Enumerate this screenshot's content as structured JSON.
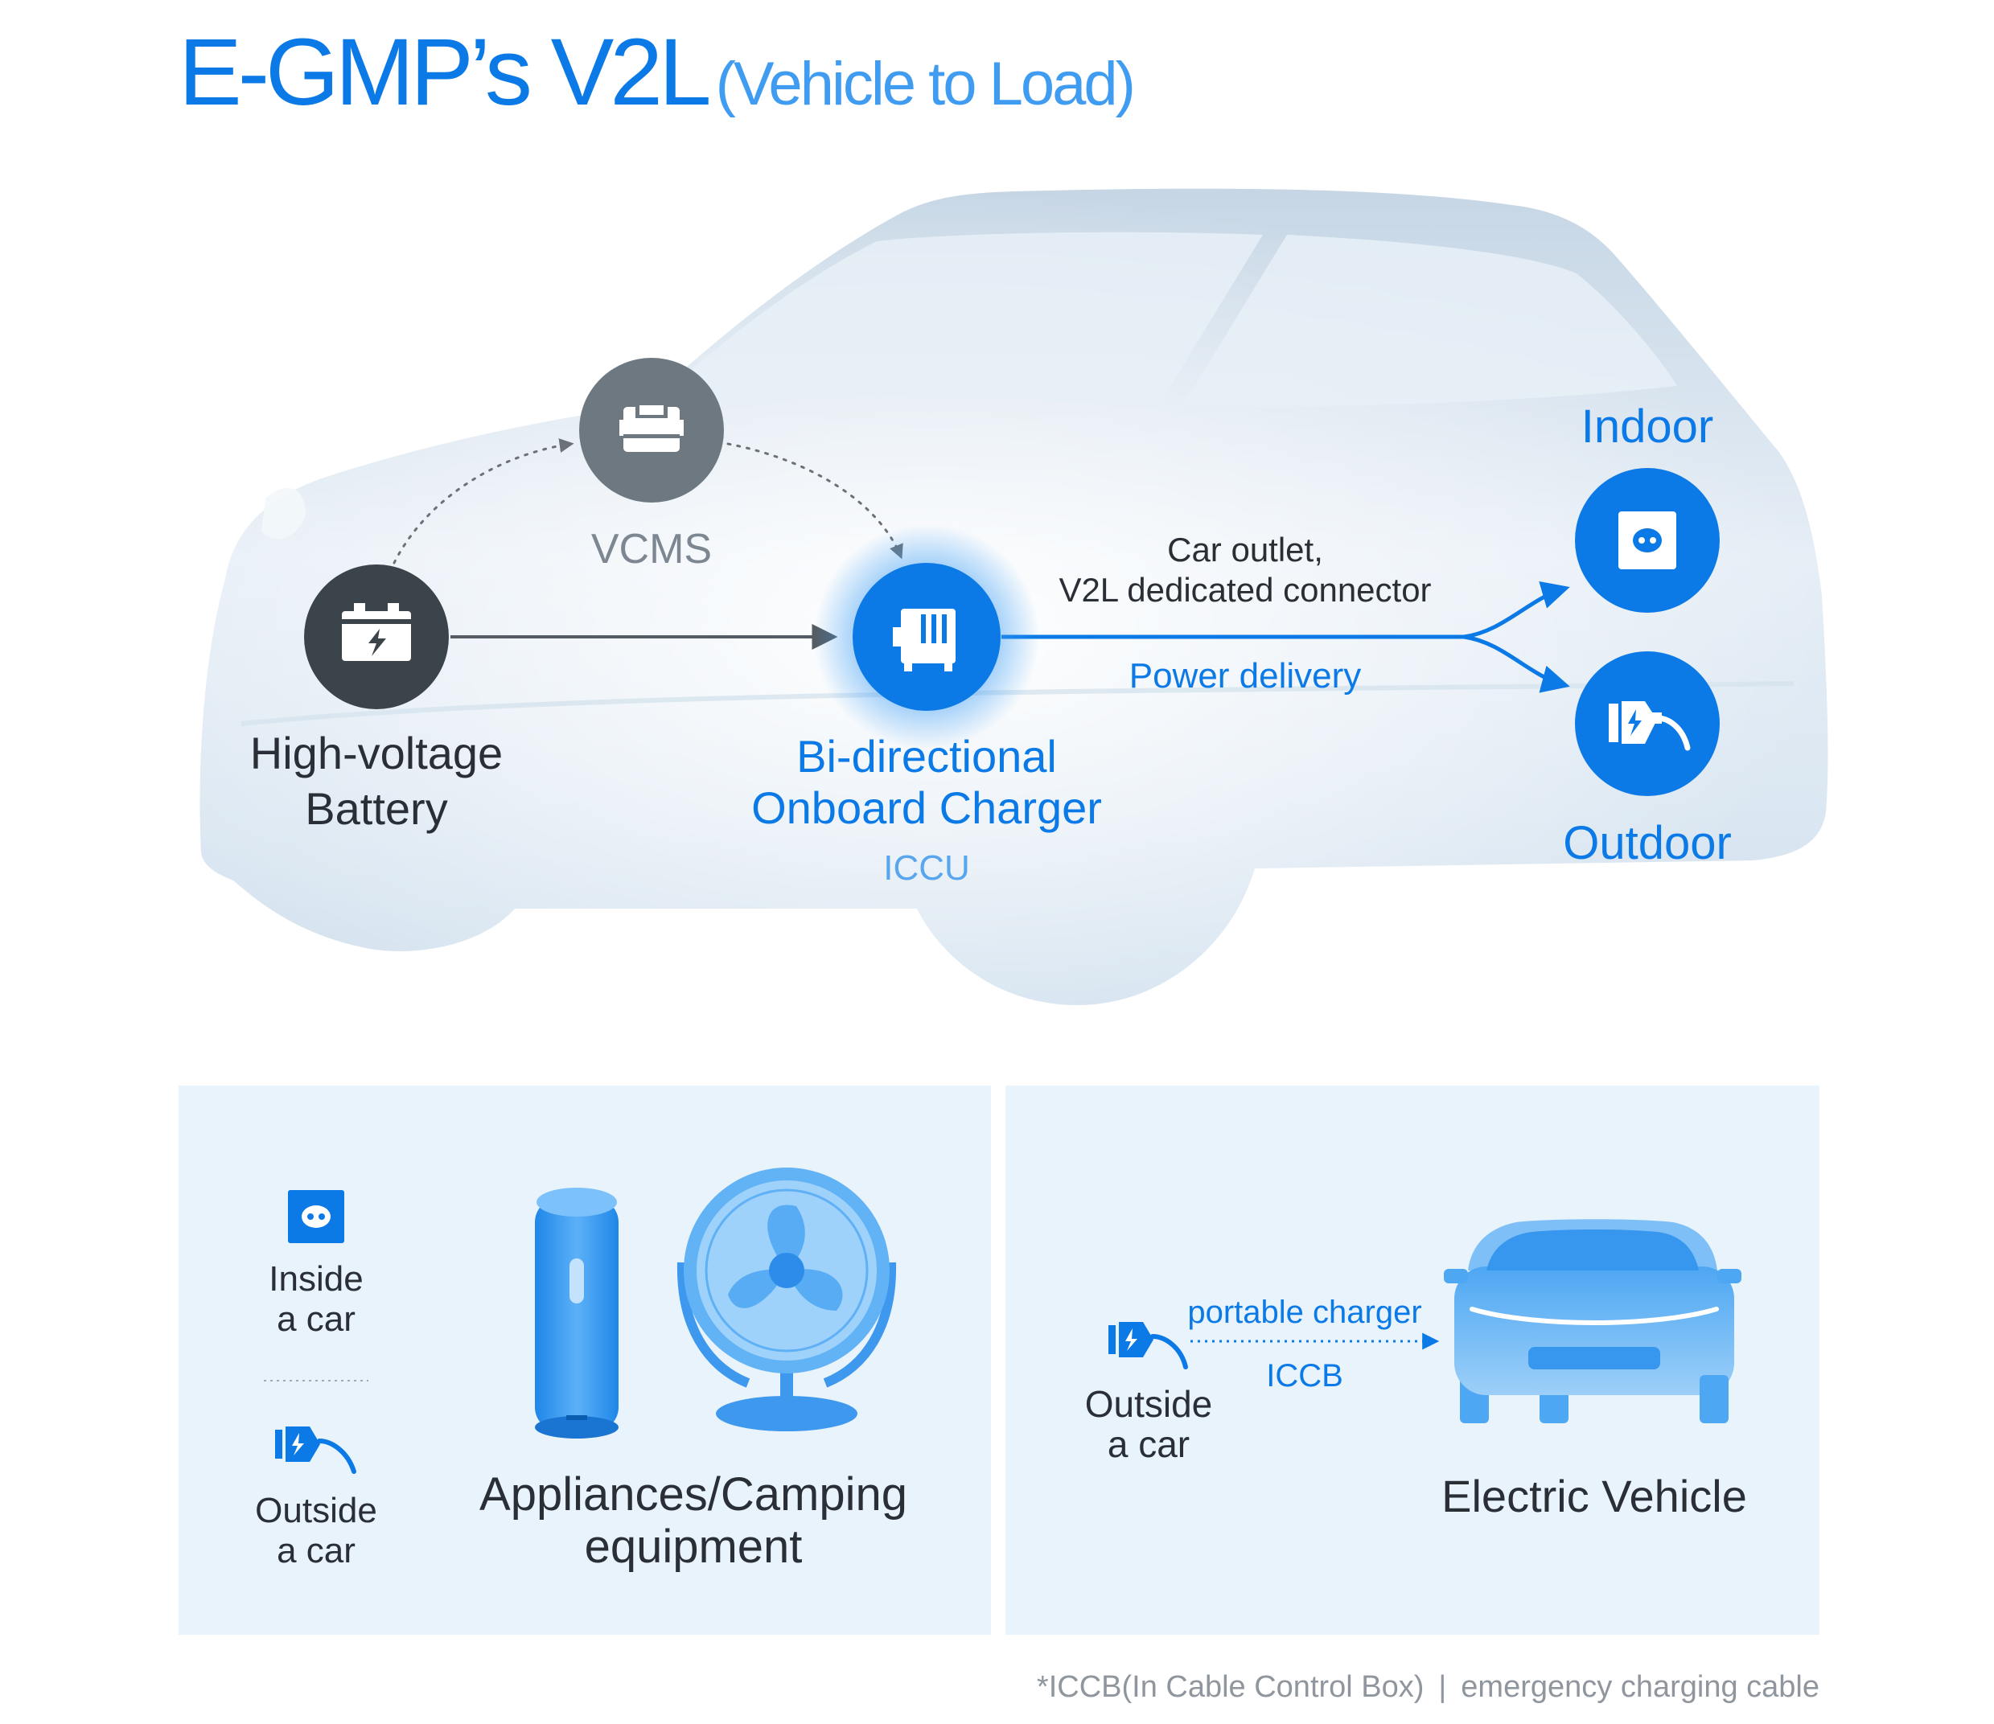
{
  "title": {
    "main": "E-GMP’s V2L",
    "sub": "(Vehicle to Load)"
  },
  "nodes": {
    "battery": {
      "line1": "High-voltage",
      "line2": "Battery"
    },
    "vcms": {
      "label": "VCMS"
    },
    "charger": {
      "line1": "Bi-directional",
      "line2": "Onboard Charger",
      "sub": "ICCU"
    },
    "indoor": {
      "label": "Indoor"
    },
    "outdoor": {
      "label": "Outdoor"
    }
  },
  "connection": {
    "top1": "Car outlet,",
    "top2": "V2L dedicated connector",
    "bottom": "Power delivery"
  },
  "panel_left": {
    "inside_line1": "Inside",
    "inside_line2": "a car",
    "outside_line1": "Outside",
    "outside_line2": "a car",
    "caption_line1": "Appliances/Camping",
    "caption_line2": "equipment"
  },
  "panel_right": {
    "outside_line1": "Outside",
    "outside_line2": "a car",
    "arrow_top": "portable charger",
    "arrow_bottom": "ICCB",
    "caption": "Electric Vehicle"
  },
  "footnote": {
    "part1": "*ICCB(In Cable Control Box)",
    "separator": "|",
    "part2": "emergency charging cable"
  },
  "colors": {
    "accent_blue": "#0b7ae6",
    "dark_circle": "#3b434b",
    "grey_circle": "#6d7880",
    "panel_bg": "#e9f3fc"
  },
  "icons": [
    "battery-icon",
    "vcms-icon",
    "charger-icon",
    "socket-icon",
    "plug-icon",
    "speaker-icon",
    "fan-icon",
    "ev-car-icon"
  ]
}
